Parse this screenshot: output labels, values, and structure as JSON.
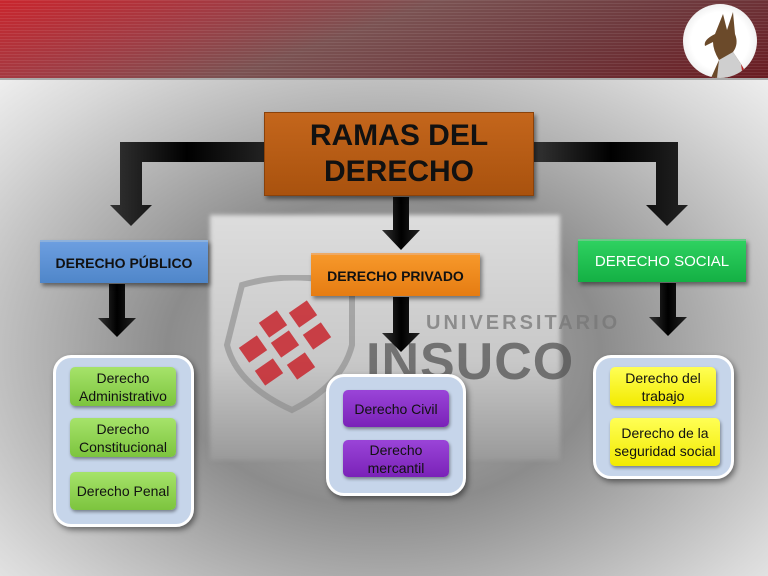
{
  "title": "RAMAS DEL DERECHO",
  "title_lines": [
    "RAMAS DEL",
    "DERECHO"
  ],
  "watermark": {
    "line1": "UNIVERSITARIO",
    "line2": "INSUCO"
  },
  "branches": [
    {
      "label": "DERECHO PÚBLICO",
      "color": "#5b8fd0",
      "items": [
        "Derecho Administrativo",
        "Derecho Constitucional",
        "Derecho Penal"
      ]
    },
    {
      "label": "DERECHO PRIVADO",
      "color": "#f08a1c",
      "items": [
        "Derecho Civil",
        "Derecho mercantil"
      ]
    },
    {
      "label": "DERECHO SOCIAL",
      "color": "#1fc050",
      "items": [
        "Derecho del trabajo",
        "Derecho de la seguridad social"
      ]
    }
  ]
}
